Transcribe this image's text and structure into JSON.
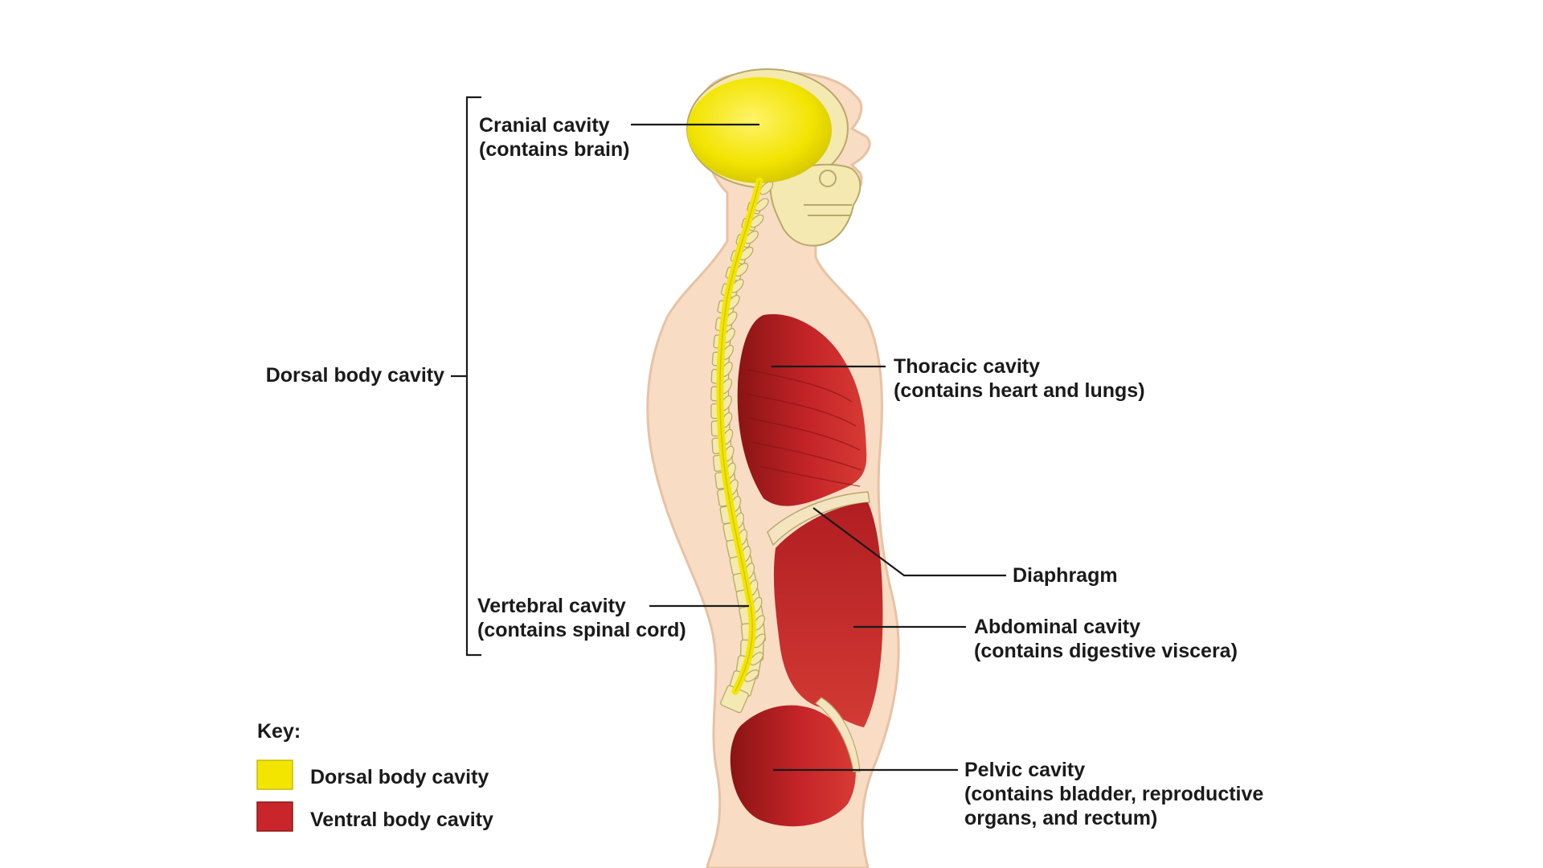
{
  "labels": {
    "cranial": [
      "Cranial cavity",
      "(contains brain)"
    ],
    "dorsal": "Dorsal body cavity",
    "vertebral": [
      "Vertebral cavity",
      "(contains spinal cord)"
    ],
    "thoracic": [
      "Thoracic cavity",
      "(contains heart and lungs)"
    ],
    "diaphragm": "Diaphragm",
    "abdominal": [
      "Abdominal cavity",
      "(contains digestive viscera)"
    ],
    "pelvic": [
      "Pelvic cavity",
      "(contains bladder, reproductive",
      "organs, and rectum)"
    ]
  },
  "key": {
    "title": "Key:",
    "items": [
      {
        "label": "Dorsal body cavity",
        "color": "#f2e600"
      },
      {
        "label": "Ventral body cavity",
        "color": "#c8262a"
      }
    ]
  },
  "colors": {
    "skin": "#f9dcc4",
    "skin_outline": "#e7c2a4",
    "bone": "#f4e9b0",
    "bone_outline": "#b8a86a",
    "dorsal": "#f2e600",
    "ventral": "#c8262a",
    "ventral_dark": "#8e1616"
  }
}
